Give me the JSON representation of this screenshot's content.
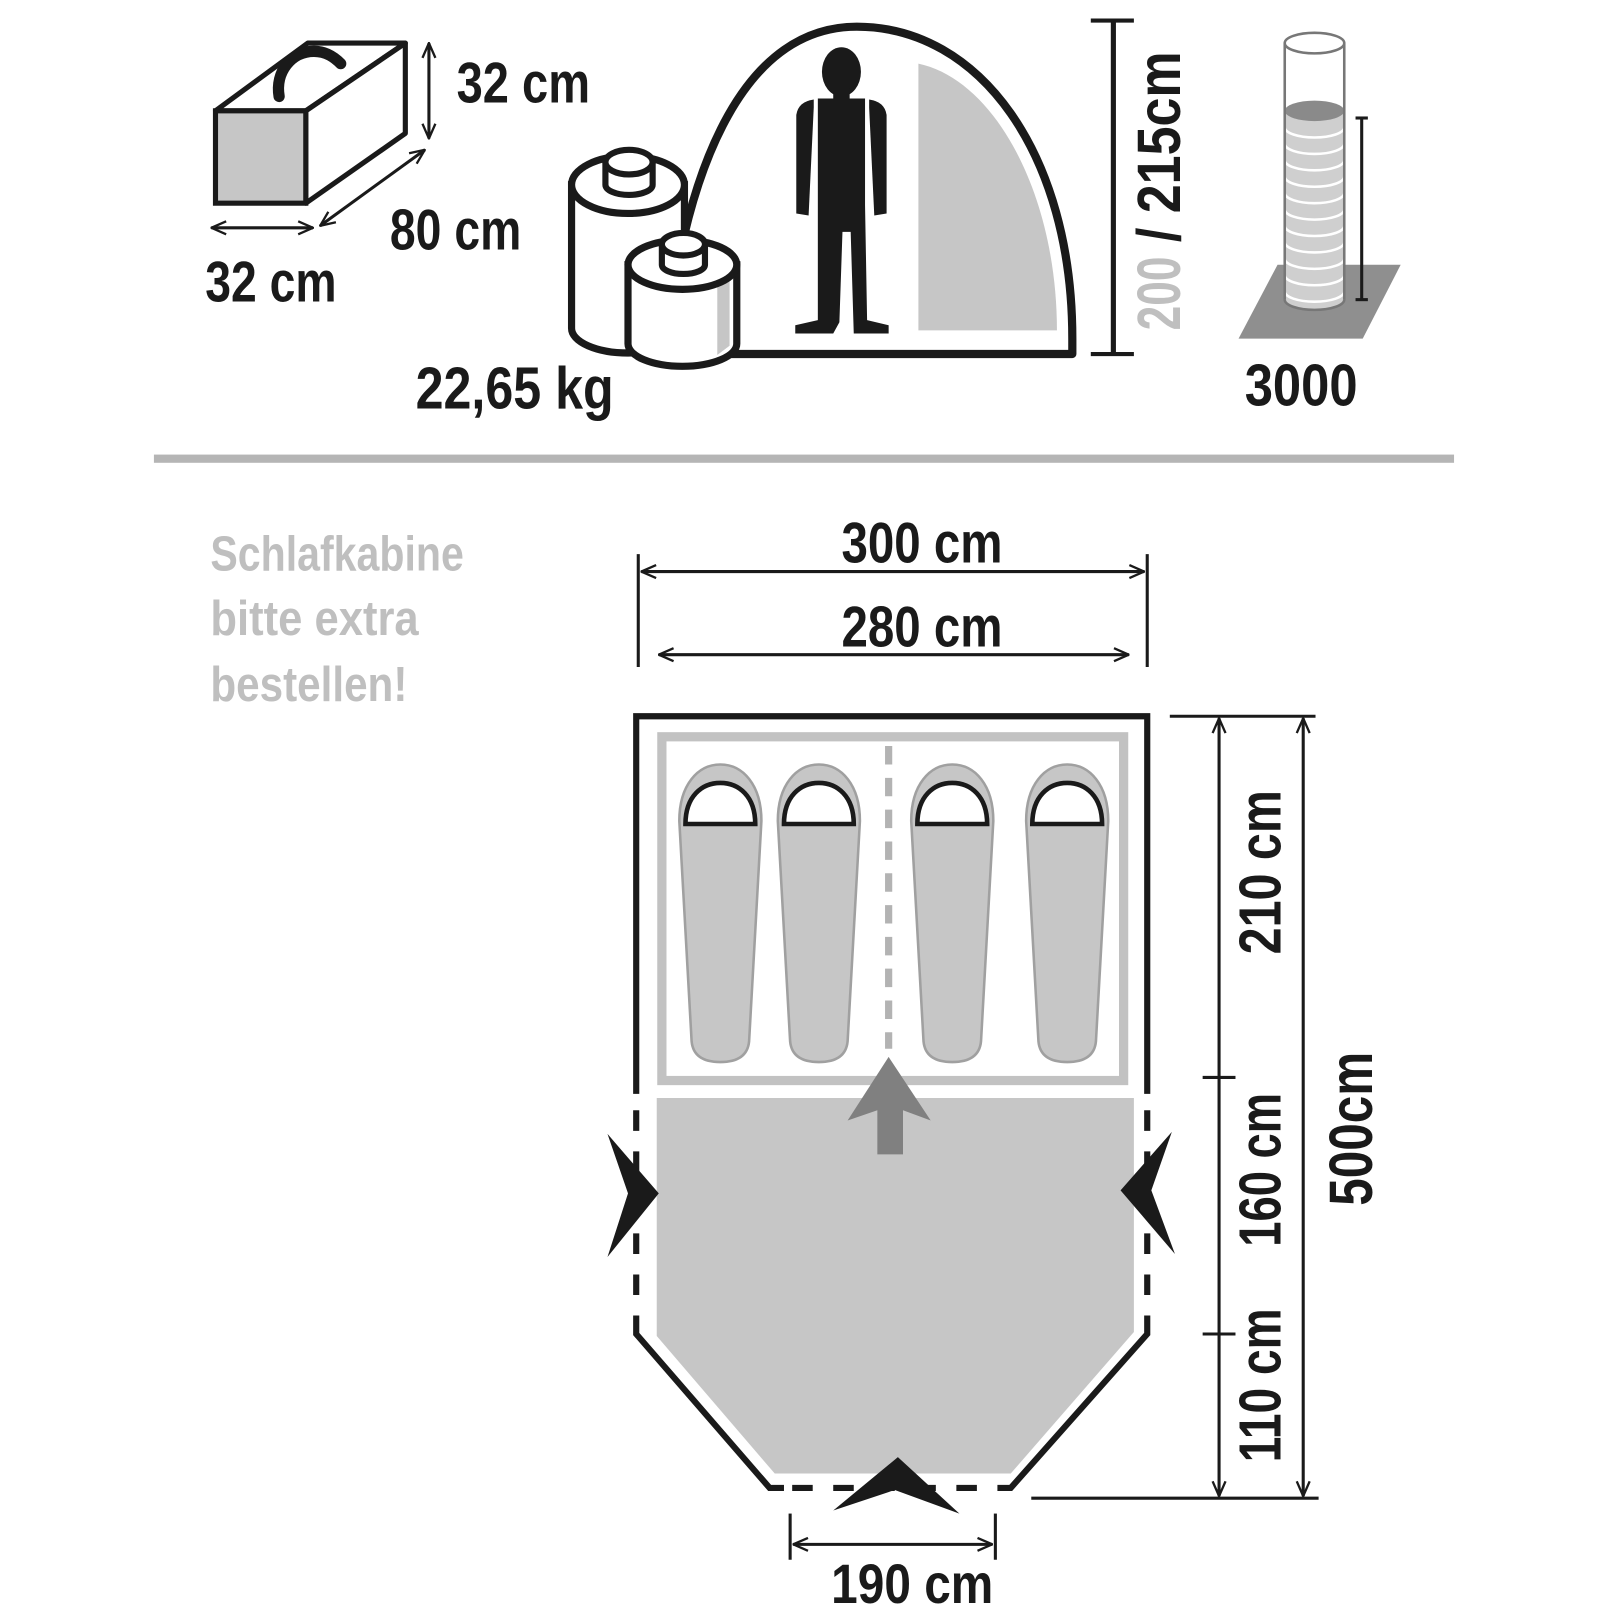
{
  "pack_size": {
    "height": "32 cm",
    "length": "80 cm",
    "width": "32 cm"
  },
  "weight": "22,65 kg",
  "tent_height": {
    "inner": "200",
    "outer": "/ 215cm"
  },
  "water_column": "3000",
  "notice": [
    "Schlafkabine",
    "bitte extra",
    "bestellen!"
  ],
  "floor_plan": {
    "width_outer": "300 cm",
    "width_inner": "280 cm",
    "cabin_length": "210 cm",
    "living_length": "160 cm",
    "vestibule_length": "110 cm",
    "total_length": "500cm",
    "front_width": "190 cm"
  },
  "colors": {
    "ink": "#1a1a1a",
    "fill_gray": "#c6c6c6",
    "label_gray": "#bfbfbf",
    "arrow_gray": "#808080"
  }
}
